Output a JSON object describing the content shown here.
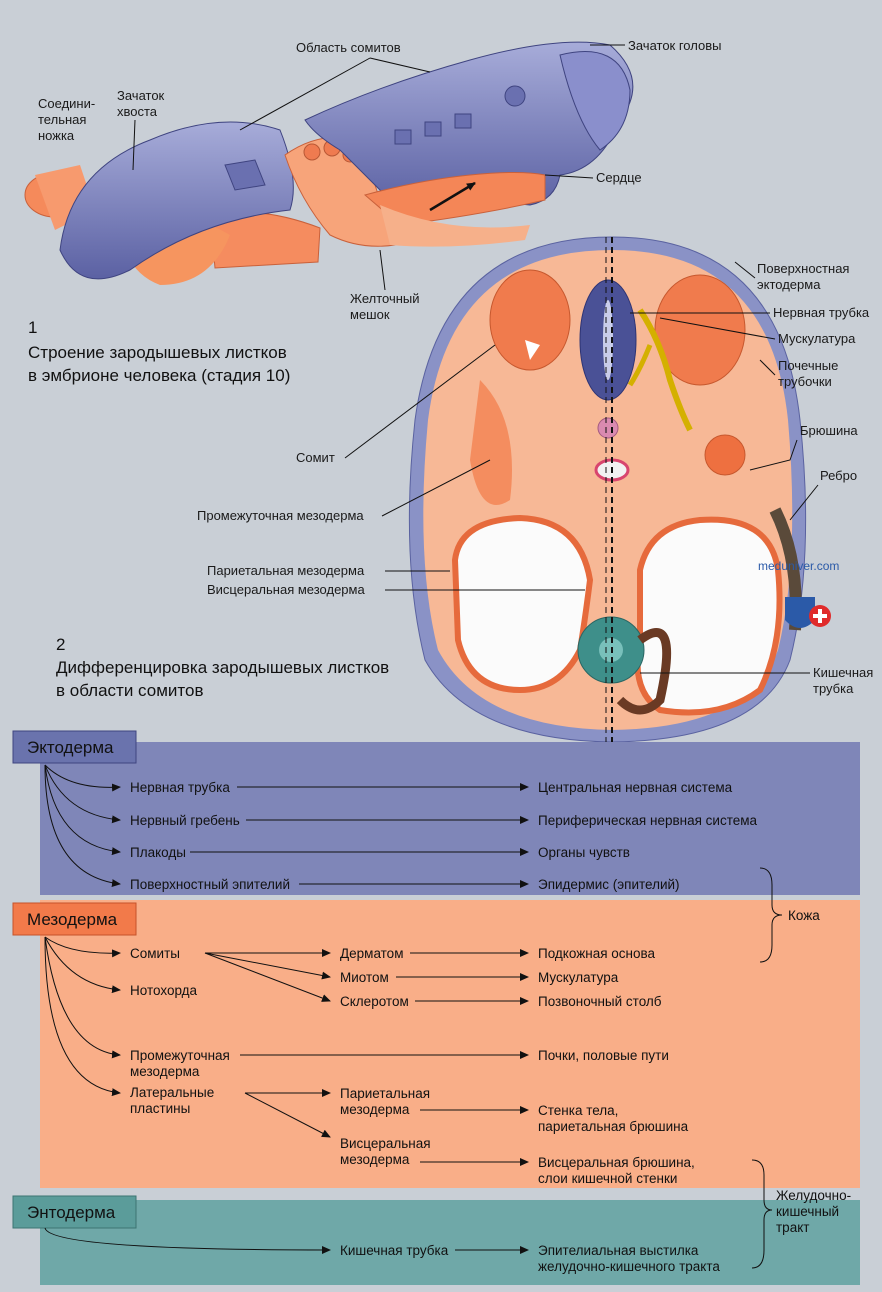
{
  "figure1": {
    "number": "1",
    "caption_line1": "Строение зародышевых листков",
    "caption_line2": "в эмбрионе человека (стадия 10)",
    "labels": {
      "connecting_stalk": [
        "Соедини-",
        "тельная",
        "ножка"
      ],
      "tail_bud": [
        "Зачаток",
        "хвоста"
      ],
      "somite_region": "Область сомитов",
      "head_bud": "Зачаток головы",
      "heart": "Сердце",
      "yolk_sac": [
        "Желточный",
        "мешок"
      ]
    }
  },
  "figure2": {
    "number": "2",
    "caption_line1": "Дифференцировка зародышевых листков",
    "caption_line2": "в области сомитов",
    "labels": {
      "surface_ectoderm": [
        "Поверхностная",
        "эктодерма"
      ],
      "neural_tube": "Нервная трубка",
      "musculature": "Мускулатура",
      "kidney_tubules": [
        "Почечные",
        "трубочки"
      ],
      "peritoneum": "Брюшина",
      "rib": "Ребро",
      "gut_tube": [
        "Кишечная",
        "трубка"
      ],
      "somite": "Сомит",
      "intermediate_mesoderm": "Промежуточная мезодерма",
      "parietal_mesoderm": "Париетальная мезодерма",
      "visceral_mesoderm": "Висцеральная мезодерма"
    },
    "watermark": "meduniver.com"
  },
  "flowchart": {
    "ectoderm": {
      "title": "Эктодерма",
      "color": "#7f86b8",
      "items": [
        {
          "source": "Нервная трубка",
          "result": "Центральная нервная система"
        },
        {
          "source": "Нервный гребень",
          "result": "Периферическая нервная система"
        },
        {
          "source": "Плакоды",
          "result": "Органы чувств"
        },
        {
          "source": "Поверхностный эпителий",
          "result": "Эпидермис (эпителий)"
        }
      ]
    },
    "mesoderm": {
      "title": "Мезодерма",
      "color": "#f9ae88",
      "somites": "Сомиты",
      "notochord": "Нотохорда",
      "dermatome": "Дерматом",
      "myotome": "Миотом",
      "sclerotome": "Склеротом",
      "dermatome_result": "Подкожная основа",
      "myotome_result": "Мускулатура",
      "sclerotome_result": "Позвоночный столб",
      "intermediate": [
        "Промежуточная",
        "мезодерма"
      ],
      "intermediate_result": "Почки, половые пути",
      "lateral": [
        "Латеральные",
        "пластины"
      ],
      "parietal": [
        "Париетальная",
        "мезодерма"
      ],
      "visceral": [
        "Висцеральная",
        "мезодерма"
      ],
      "parietal_result": [
        "Стенка тела,",
        "париетальная брюшина"
      ],
      "visceral_result": [
        "Висцеральная брюшина,",
        "слои кишечной стенки"
      ]
    },
    "endoderm": {
      "title": "Энтодерма",
      "color": "#6fa8a8",
      "gut_tube": "Кишечная трубка",
      "result": [
        "Эпителиальная выстилка",
        "желудочно-кишечного тракта"
      ]
    },
    "skin": "Кожа",
    "gi_tract": [
      "Желудочно-",
      "кишечный",
      "тракт"
    ]
  }
}
